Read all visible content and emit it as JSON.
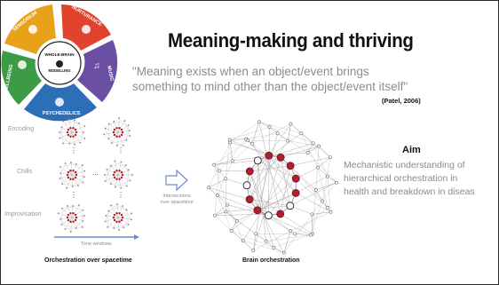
{
  "title": "Meaning-making and thriving",
  "quote": {
    "line1": "\"Meaning exists when an object/event brings",
    "line2": "something to mind other than the object/event itself\"",
    "citation": "(Patel, 2006)"
  },
  "wheel": {
    "center_line1": "WHOLE-BRAIN",
    "center_line2": "MODELLING",
    "segments": [
      "SENSORIUM",
      "NURTURANCE",
      "MUSIC",
      "PSYCHEDELICS",
      "WELLBEING"
    ],
    "colors": {
      "sensorium": "#e8a21a",
      "nurturance": "#e0442f",
      "music": "#6b4fa3",
      "psychedelics": "#2d6fb6",
      "wellbeing": "#3d9a45"
    }
  },
  "rows": {
    "encoding": "Encoding",
    "chills": "Chills",
    "improvisation": "Improvisation",
    "ellipsis": "...",
    "vdots": "⋮"
  },
  "time_axis_label": "Time windows",
  "arrow_label_line1": "Intersections",
  "arrow_label_line2": "over spacetime",
  "caption_left": "Orchestration over spacetime",
  "caption_center": "Brain orchestration",
  "aim": {
    "title": "Aim",
    "line1": "Mechanistic understanding of",
    "line2": "hierarchical orchestration in",
    "line3": "health and breakdown in diseas"
  },
  "colors": {
    "node_red": "#b01f2e",
    "edge_gray": "#9a9a9a"
  }
}
